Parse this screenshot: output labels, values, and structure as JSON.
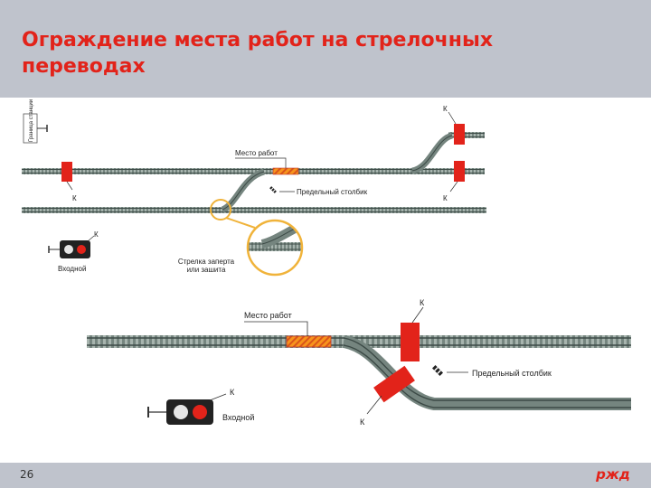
{
  "header": {
    "title": "Ограждение места работ на стрелочных переводах"
  },
  "footer": {
    "page_number": "26",
    "logo": "ржд"
  },
  "diagram_small": {
    "station_border": "Граница станции",
    "work_place": "Место работ",
    "signal_k": "К",
    "clearance_post": "Предельный столбик",
    "switch_locked": [
      "Стрелка заперта",
      "или зашита"
    ],
    "entry_signal": "Входной"
  },
  "diagram_large": {
    "work_place": "Место работ",
    "signal_k": "К",
    "clearance_post": "Предельный столбик",
    "entry_signal": "Входной"
  },
  "colors": {
    "accent": "#e2231a",
    "rail": "#5d6f6a",
    "work_zone": "#f7941d",
    "magnifier": "#f0b33a",
    "header_bg": "#bfc3cc"
  }
}
